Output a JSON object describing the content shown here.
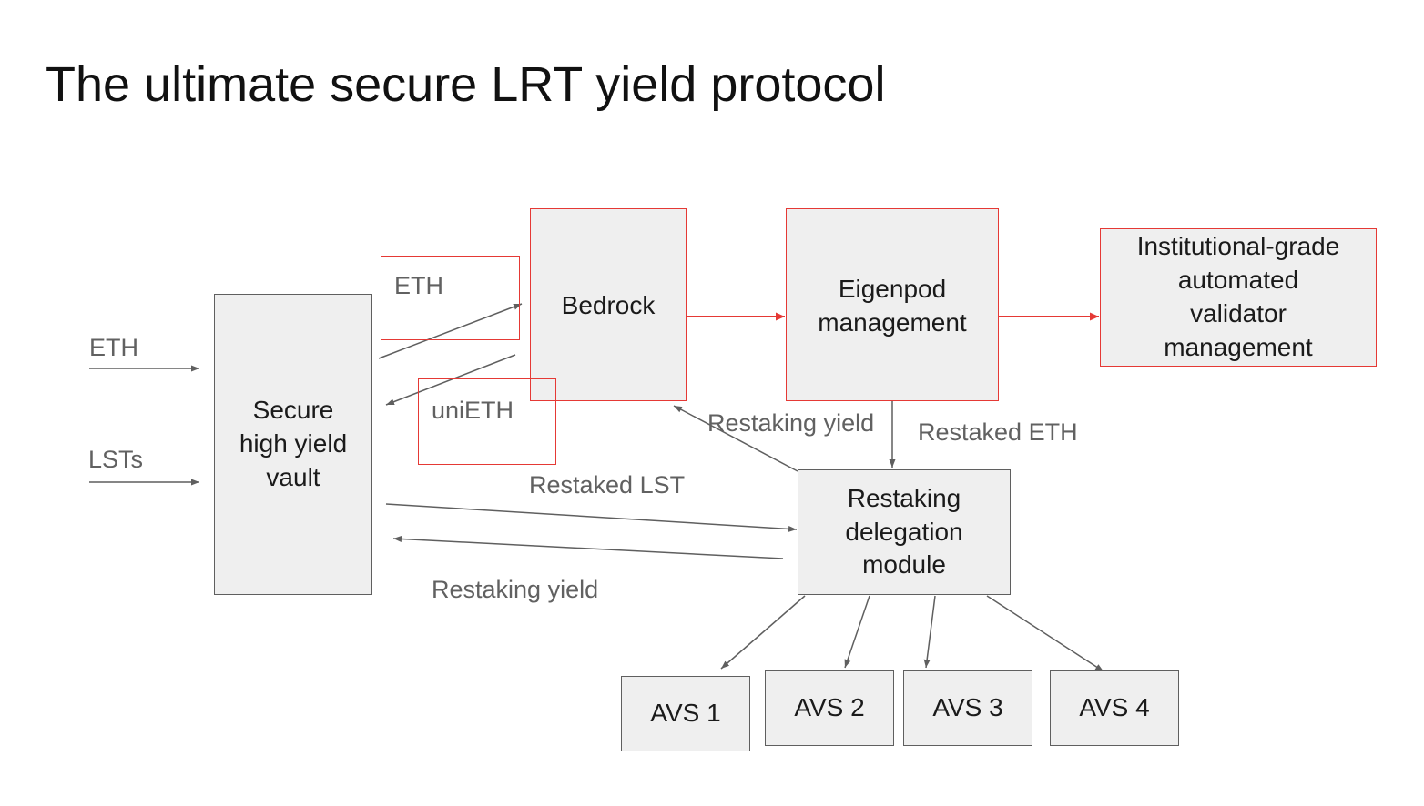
{
  "title": "The ultimate secure LRT yield protocol",
  "colors": {
    "accent_red": "#e53935",
    "arrow_gray": "#5f5f5f",
    "box_fill": "#efefef",
    "label_gray": "#616161"
  },
  "nodes": {
    "vault": "Secure\nhigh yield\nvault",
    "bedrock": "Bedrock",
    "eigenpod": "Eigenpod\nmanagement",
    "validator": "Institutional-grade\nautomated\nvalidator\nmanagement",
    "delegation": "Restaking\ndelegation\nmodule",
    "avs1": "AVS 1",
    "avs2": "AVS 2",
    "avs3": "AVS 3",
    "avs4": "AVS 4"
  },
  "labels": {
    "eth_input": "ETH",
    "lsts_input": "LSTs",
    "eth_to_bedrock": "ETH",
    "unieth": "uniETH",
    "restaking_yield_bedrock": "Restaking yield",
    "restaked_eth": "Restaked ETH",
    "restaked_lst": "Restaked LST",
    "restaking_yield_vault": "Restaking yield"
  }
}
